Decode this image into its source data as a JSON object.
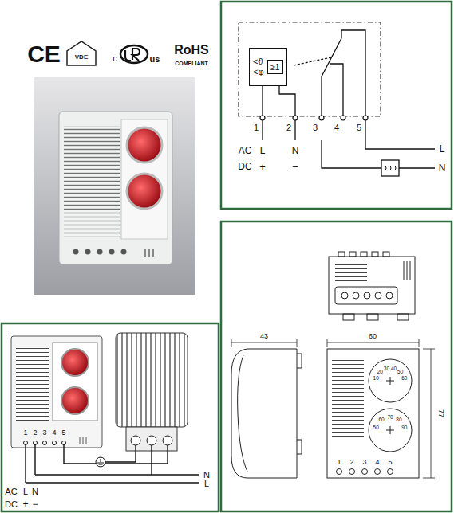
{
  "diagram": {
    "nodes": [
      {
        "text": [
          "<ϑ",
          "<φ"
        ]
      },
      {
        "text": [
          "≥1"
        ],
        "in": 0
      }
    ],
    "labels": [
      "CE",
      "VDE",
      "c",
      "us",
      "RoHS",
      "COMPLIANT",
      "1",
      "2",
      "3",
      "4",
      "5",
      "AC",
      "L",
      "N",
      "DC",
      "+",
      "−",
      "L",
      "N",
      "1",
      "2",
      "3",
      "4",
      "5",
      "AC",
      "L",
      "N",
      "DC",
      "+",
      "−",
      "N",
      "L",
      "43",
      "60",
      "77",
      "1",
      "2",
      "3",
      "4",
      "5",
      "10",
      "20",
      "30",
      "40",
      "50",
      "60",
      "50",
      "60",
      "70",
      "80",
      "90"
    ]
  }
}
